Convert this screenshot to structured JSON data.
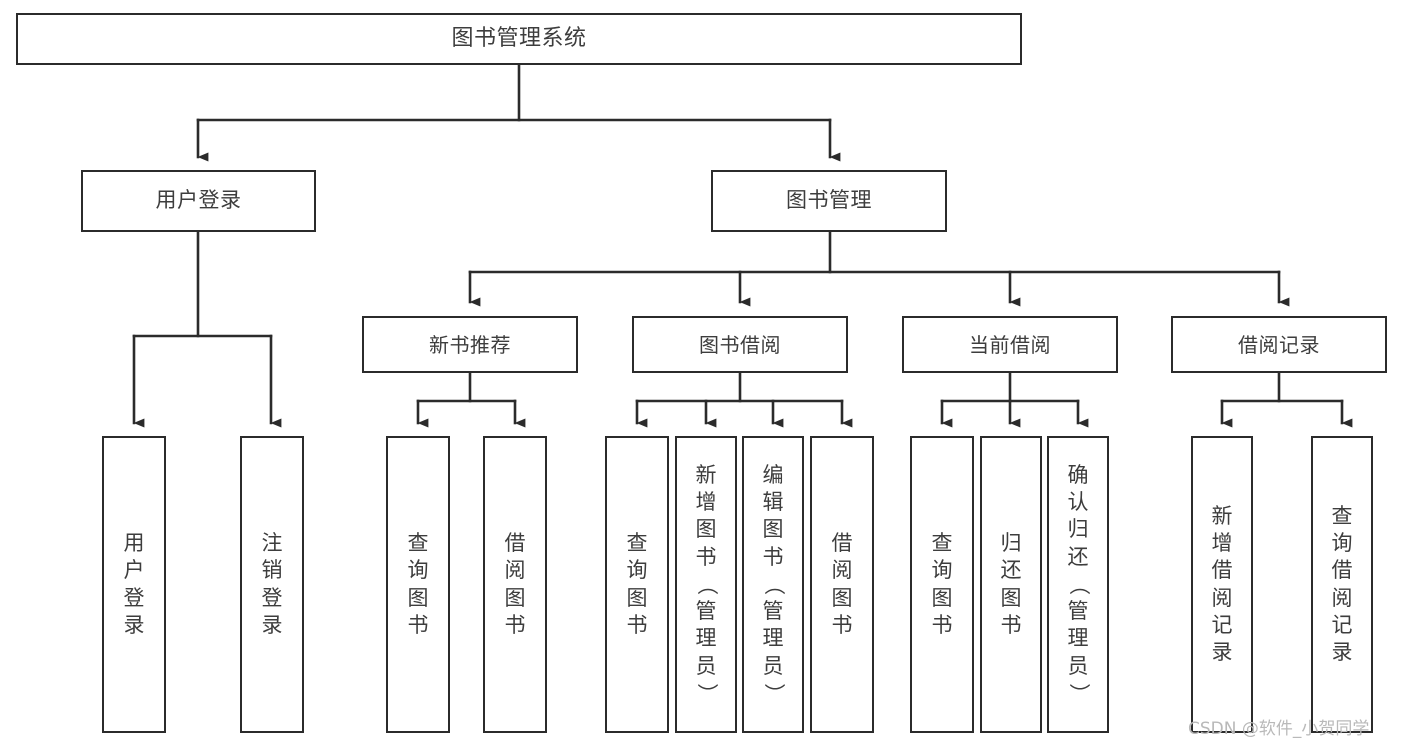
{
  "diagram": {
    "title": "图书管理系统",
    "type": "tree-hierarchy-chart",
    "orientation": "top-down",
    "colors": {
      "box_border": "#2b2b2b",
      "box_fill": "#ffffff",
      "text": "#3d3d3d",
      "connector": "#2b2b2b",
      "watermark": "#b9b9b9",
      "background": "#ffffff"
    },
    "root": {
      "label": "图书管理系统"
    },
    "level2": [
      {
        "label": "用户登录"
      },
      {
        "label": "图书管理"
      }
    ],
    "level3": [
      {
        "label": "新书推荐"
      },
      {
        "label": "图书借阅"
      },
      {
        "label": "当前借阅"
      },
      {
        "label": "借阅记录"
      }
    ],
    "leaves": {
      "user_login": [
        {
          "label": "用户登录"
        },
        {
          "label": "注销登录"
        }
      ],
      "new_book_recommend": [
        {
          "label": "查询图书"
        },
        {
          "label": "借阅图书"
        }
      ],
      "book_borrow": [
        {
          "label": "查询图书"
        },
        {
          "label": "新增图书（管理员）"
        },
        {
          "label": "编辑图书（管理员）"
        },
        {
          "label": "借阅图书"
        }
      ],
      "current_borrow": [
        {
          "label": "查询图书"
        },
        {
          "label": "归还图书"
        },
        {
          "label": "确认归还（管理员）"
        }
      ],
      "borrow_record": [
        {
          "label": "新增借阅记录"
        },
        {
          "label": "查询借阅记录"
        }
      ]
    },
    "watermark": "CSDN @软件_小贺同学"
  }
}
